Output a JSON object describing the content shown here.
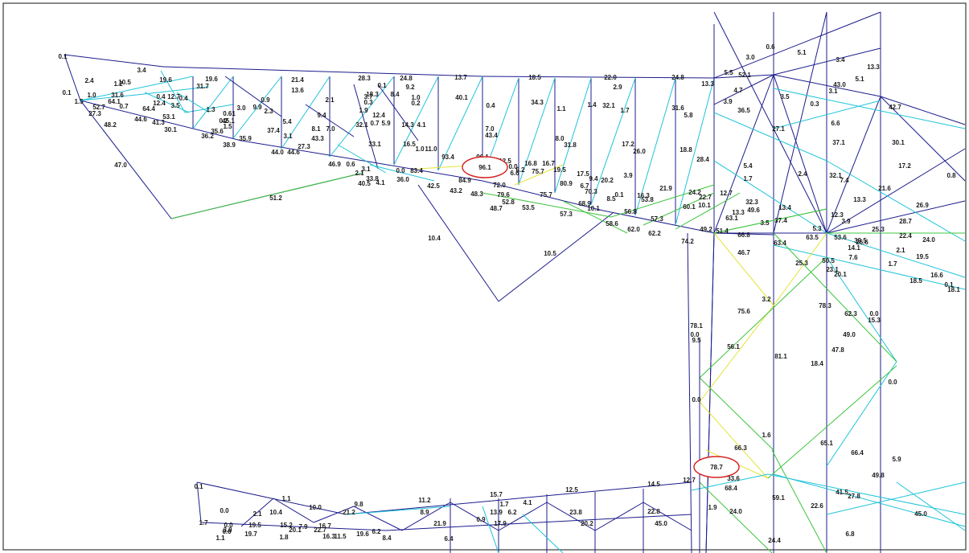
{
  "colors": {
    "member_stress_low": "#1c1c8c",
    "member_stress_mid": "#1fc4d8",
    "member_stress_high": "#3cc43c",
    "member_stress_critical": "#e4e43c",
    "highlight_circle": "#d42020",
    "label": "#1a1a1a",
    "background": "#ffffff"
  },
  "highlights": [
    "96.1",
    "78.7"
  ],
  "labels": [
    "0.1",
    "3.4",
    "2.4",
    "1.2",
    "10.5",
    "19.6",
    "19.6",
    "31.7",
    "21.4",
    "13.6",
    "28.3",
    "24.8",
    "13.7",
    "18.5",
    "22.0",
    "2.9",
    "24.8",
    "13.3",
    "5.5",
    "3.0",
    "0.6",
    "5.1",
    "3.4",
    "13.3",
    "0.1",
    "1.0",
    "31.6",
    "0.4",
    "12.7",
    "0.4",
    "1.5",
    "64.1",
    "12.4",
    "3.5",
    "0.9",
    "52.7",
    "0.7",
    "64.4",
    "1.3",
    "3.0",
    "9.9",
    "27.3",
    "44.6",
    "53.1",
    "0.61",
    "0.2",
    "2.3",
    "48.2",
    "41.3",
    "45.1",
    "1.5",
    "30.1",
    "35.6",
    "36.2",
    "35.9",
    "38.9",
    "37.4",
    "27.3",
    "44.0",
    "44.6",
    "3.1",
    "43.3",
    "7.0",
    "8.1",
    "5.4",
    "9.4",
    "2.1",
    "1.9",
    "0.7",
    "5.9",
    "14.3",
    "4.1",
    "40.1",
    "0.4",
    "34.3",
    "1.1",
    "1.4",
    "32.1",
    "1.7",
    "31.6",
    "5.8",
    "3.9",
    "36.5",
    "3.5",
    "0.3",
    "3.1",
    "43.0",
    "5.1",
    "42.7",
    "4.7",
    "52.1",
    "8.4",
    "9.2",
    "1.0",
    "0.2",
    "0.1",
    "18.3",
    "3.7",
    "0.3",
    "12.4",
    "32.1",
    "33.1",
    "16.5",
    "1.0",
    "11.0",
    "93.4",
    "5.5",
    "96.1",
    "12.5",
    "16.8",
    "16.7",
    "0.0",
    "6.2",
    "75.7",
    "19.5",
    "17.5",
    "84.9",
    "72.0",
    "6.6",
    "80.9",
    "6.7",
    "9.4",
    "20.2",
    "3.9",
    "17.2",
    "26.0",
    "8.0",
    "31.8",
    "7.0",
    "43.4",
    "18.8",
    "28.4",
    "1.7",
    "2.4",
    "47.0",
    "51.2",
    "10.4",
    "10.5",
    "46.9",
    "0.6",
    "2.1",
    "3.1",
    "40.5",
    "33.8",
    "4.1",
    "36.0",
    "0.0",
    "83.4",
    "42.5",
    "43.2",
    "48.3",
    "79.6",
    "52.8",
    "48.7",
    "53.5",
    "75.7",
    "57.3",
    "68.9",
    "10.1",
    "70.3",
    "0.1",
    "8.5",
    "16.3",
    "53.8",
    "21.9",
    "56.8",
    "57.3",
    "58.6",
    "62.0",
    "62.2",
    "74.2",
    "24.2",
    "22.7",
    "12.7",
    "60.1",
    "10.1",
    "49.2",
    "51.4",
    "63.1",
    "13.3",
    "49.6",
    "32.3",
    "13.4",
    "12.3",
    "3.9",
    "5.3",
    "3.5",
    "37.4",
    "66.8",
    "63.4",
    "63.5",
    "53.6",
    "39.5",
    "26.6",
    "25.3",
    "22.4",
    "24.0",
    "46.7",
    "25.3",
    "50.5",
    "23.1",
    "7.6",
    "14.1",
    "20.1",
    "1.7",
    "2.1",
    "19.5",
    "16.6",
    "18.5",
    "0.1",
    "5.4",
    "6.6",
    "27.1",
    "37.1",
    "30.1",
    "17.2",
    "32.1",
    "7.4",
    "13.3",
    "21.6",
    "28.7",
    "26.9",
    "0.8",
    "18.1",
    "3.2",
    "78.3",
    "75.6",
    "78.1",
    "56.1",
    "81.1",
    "62.3",
    "49.0",
    "0.0",
    "15.3",
    "0.0",
    "9.5",
    "18.4",
    "47.8",
    "0.0",
    "0.0",
    "1.6",
    "65.1",
    "66.3",
    "66.4",
    "5.9",
    "49.8",
    "78.7",
    "33.6",
    "12.7",
    "68.4",
    "41.5",
    "27.8",
    "59.1",
    "22.6",
    "1.9",
    "24.0",
    "45.0",
    "6.8",
    "24.4",
    "0.1",
    "1.1",
    "0.0",
    "2.1",
    "10.4",
    "10.0",
    "9.8",
    "21.2",
    "11.2",
    "8.9",
    "15.7",
    "1.7",
    "4.1",
    "13.9",
    "6.2",
    "12.5",
    "23.8",
    "14.5",
    "22.8",
    "45.0",
    "20.2",
    "21.9",
    "0.9",
    "17.9",
    "6.4",
    "19.6",
    "6.2",
    "8.4",
    "1.7",
    "0.0",
    "19.5",
    "15.2",
    "7.9",
    "16.7",
    "0.0",
    "3.0",
    "19.7",
    "20.1",
    "22.7",
    "1.1",
    "1.8",
    "16.3",
    "11.5"
  ]
}
